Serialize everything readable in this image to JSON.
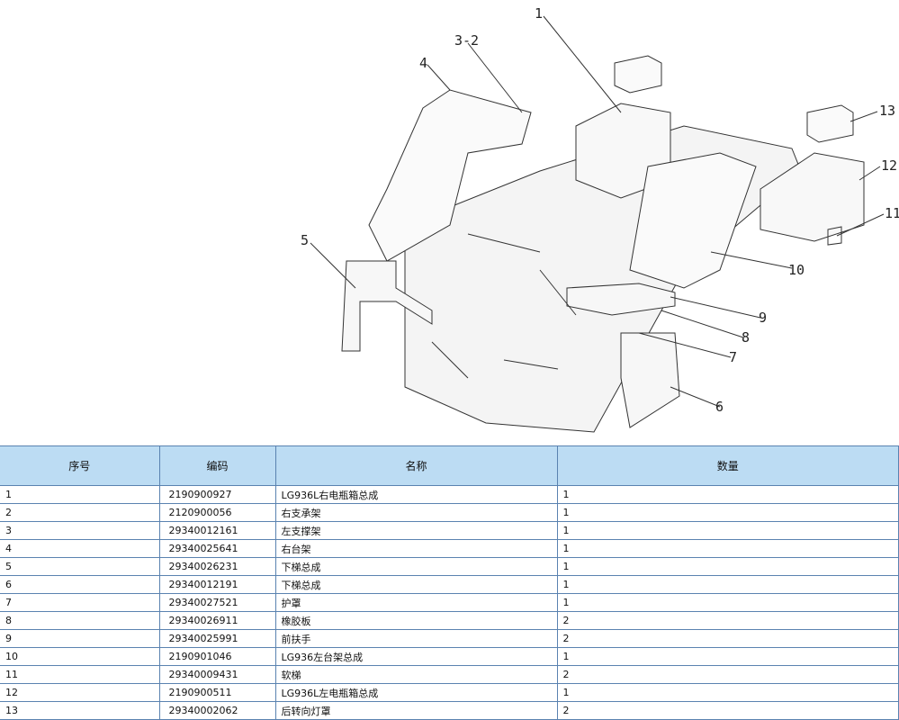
{
  "diagram": {
    "callouts": [
      "1",
      "3-2",
      "4",
      "13",
      "12",
      "11",
      "10",
      "9",
      "8",
      "7",
      "6",
      "5"
    ]
  },
  "table": {
    "headers": [
      "序号",
      "编码",
      "名称",
      "数量"
    ],
    "rows": [
      [
        "1",
        "2190900927",
        "LG936L右电瓶箱总成",
        "1"
      ],
      [
        "2",
        "2120900056",
        "右支承架",
        "1"
      ],
      [
        "3",
        "29340012161",
        "左支撑架",
        "1"
      ],
      [
        "4",
        "29340025641",
        "右台架",
        "1"
      ],
      [
        "5",
        "29340026231",
        "下梯总成",
        "1"
      ],
      [
        "6",
        "29340012191",
        "下梯总成",
        "1"
      ],
      [
        "7",
        "29340027521",
        "护罩",
        "1"
      ],
      [
        "8",
        "29340026911",
        "橡胶板",
        "2"
      ],
      [
        "9",
        "29340025991",
        "前扶手",
        "2"
      ],
      [
        "10",
        "2190901046",
        "LG936左台架总成",
        "1"
      ],
      [
        "11",
        "29340009431",
        "软梯",
        "2"
      ],
      [
        "12",
        "2190900511",
        "LG936L左电瓶箱总成",
        "1"
      ],
      [
        "13",
        "29340002062",
        "后转向灯罩",
        "2"
      ]
    ]
  }
}
